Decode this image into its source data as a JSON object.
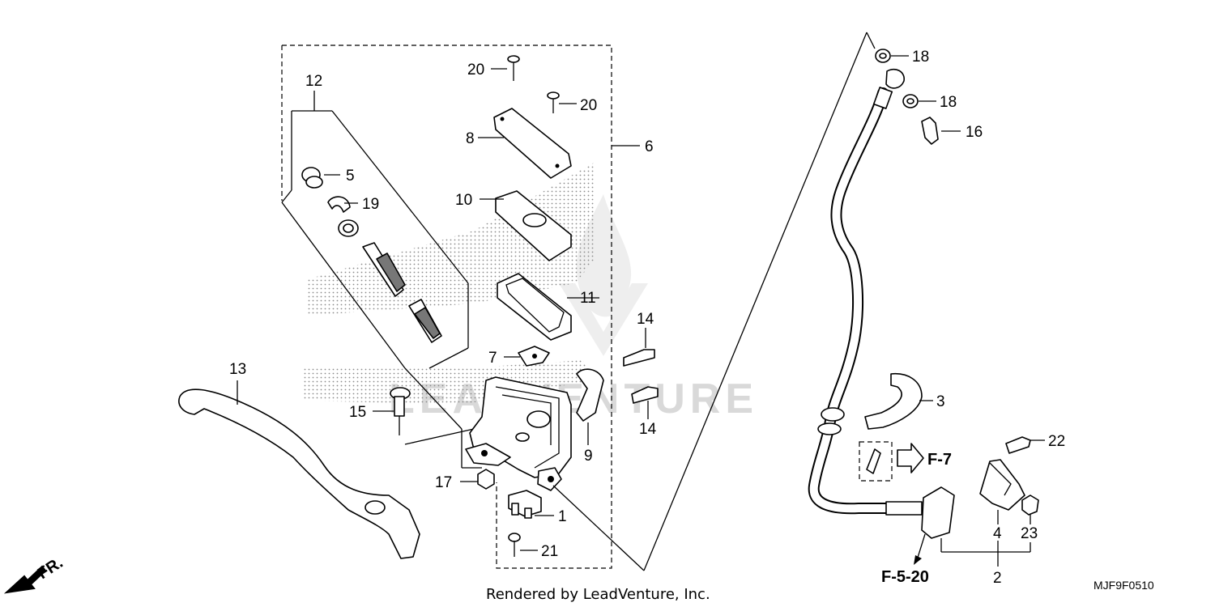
{
  "callouts": {
    "p1": "1",
    "p2": "2",
    "p3": "3",
    "p4": "4",
    "p5": "5",
    "p6": "6",
    "p7": "7",
    "p8": "8",
    "p9": "9",
    "p10": "10",
    "p11": "11",
    "p12": "12",
    "p13": "13",
    "p14a": "14",
    "p14b": "14",
    "p15": "15",
    "p16": "16",
    "p17": "17",
    "p18a": "18",
    "p18b": "18",
    "p19": "19",
    "p20a": "20",
    "p20b": "20",
    "p21": "21",
    "p22": "22",
    "p23": "23"
  },
  "refs": {
    "f7": "F-7",
    "f520": "F-5-20"
  },
  "direction_label": "FR.",
  "caption": "Rendered by LeadVenture, Inc.",
  "diagram_code": "MJF9F0510",
  "watermark": "LEADVENTURE",
  "colors": {
    "ink": "#000000",
    "screen": "#9a9a9a",
    "watermark": "#d9d9d9"
  }
}
